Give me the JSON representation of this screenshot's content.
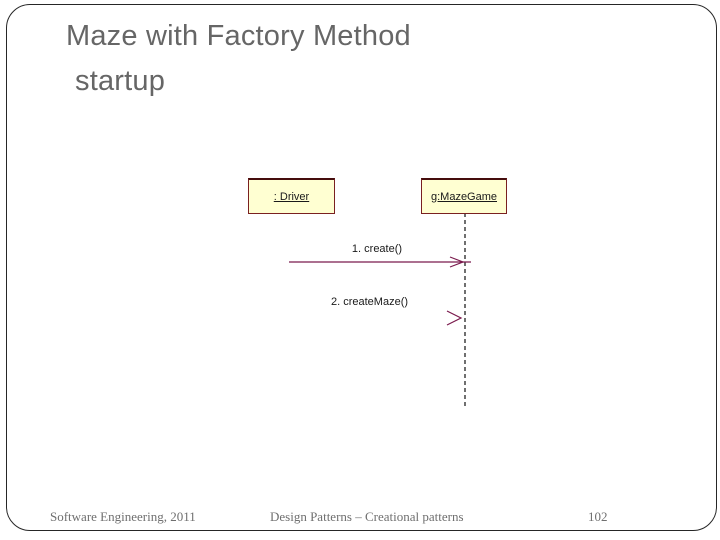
{
  "slide": {
    "title_line1": "Maze with Factory Method",
    "title_line2": "startup"
  },
  "diagram": {
    "type": "uml-sequence-diagram",
    "objects": [
      {
        "label": ": Driver"
      },
      {
        "label": "g:MazeGame"
      }
    ],
    "messages": [
      {
        "label": "1. create()",
        "from": ": Driver",
        "to": "g:MazeGame"
      },
      {
        "label": "2. createMaze()",
        "from": ": Driver",
        "to": "g:MazeGame"
      }
    ]
  },
  "footer": {
    "left": "Software Engineering, 2011",
    "center": "Design Patterns – Creational patterns",
    "page_number": "102"
  },
  "colors": {
    "title_text": "#666666",
    "box_fill": "#ffffd2",
    "box_border": "#7a2020",
    "message_line": "#7a1a4d",
    "lifeline": "#222222",
    "footer_text": "#6f6f6f"
  }
}
